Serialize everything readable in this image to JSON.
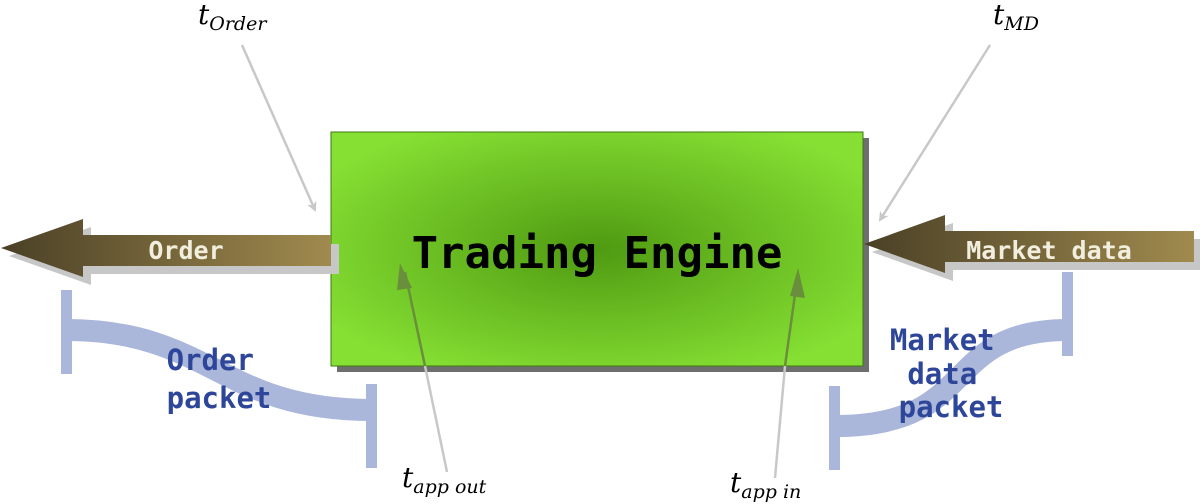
{
  "diagram": {
    "engine_label": "Trading Engine",
    "order_arrow_label": "Order",
    "market_arrow_label": "Market data",
    "order_packet_label": [
      "Order",
      "packet"
    ],
    "market_packet_label": [
      "Market",
      "data",
      "packet"
    ],
    "timestamps": {
      "t_order": {
        "base": "t",
        "sub": "Order"
      },
      "t_md": {
        "base": "t",
        "sub": "MD"
      },
      "t_app_out": {
        "base": "t",
        "sub": "app out"
      },
      "t_app_in": {
        "base": "t",
        "sub": "app in"
      }
    }
  },
  "colors": {
    "engine_fill_center": "#4f9a12",
    "engine_fill_edge": "#86e033",
    "arrow_dark": "#4a4026",
    "arrow_light": "#9c8448",
    "packet_band": "#aab6da",
    "packet_text": "#2e4699",
    "pointer_gray": "#c8c8c8",
    "pointer_green": "#6a8f3c"
  }
}
